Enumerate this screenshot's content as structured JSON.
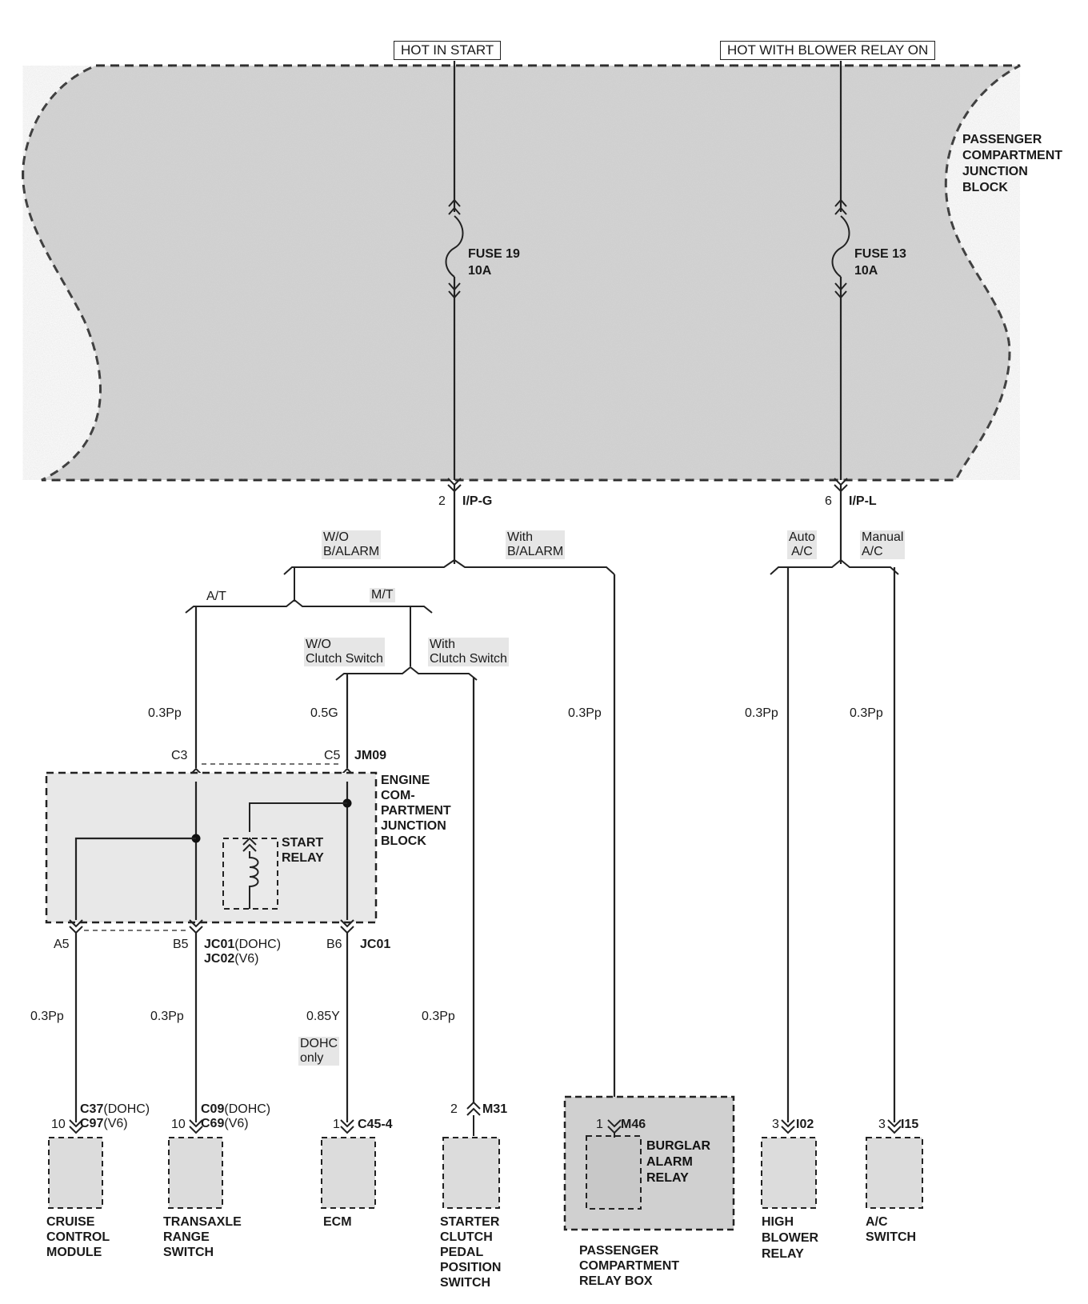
{
  "power_sources": [
    "HOT IN START",
    "HOT WITH BLOWER RELAY ON"
  ],
  "labels": {
    "pcjb": "PASSENGER\nCOMPARTMENT\nJUNCTION\nBLOCK",
    "fuse19": "FUSE 19\n10A",
    "fuse13": "FUSE 13\n10A",
    "pin2": "2",
    "ipg": "I/P-G",
    "pin6": "6",
    "ipl": "I/P-L",
    "wo_balarm": "W/O\nB/ALARM",
    "with_balarm": "With\nB/ALARM",
    "auto_ac": "Auto\nA/C",
    "manual_ac": "Manual\nA/C",
    "at": "A/T",
    "mt": "M/T",
    "wo_clutch": "W/O\nClutch Switch",
    "with_clutch": "With\nClutch Switch",
    "w_03pp_1": "0.3Pp",
    "w_05g": "0.5G",
    "w_03pp_2": "0.3Pp",
    "w_03pp_3": "0.3Pp",
    "w_03pp_4": "0.3Pp",
    "c3": "C3",
    "c5": "C5",
    "jm09": "JM09",
    "ecjb": "ENGINE\nCOM-\nPARTMENT\nJUNCTION\nBLOCK",
    "start_relay": "START\nRELAY",
    "a5": "A5",
    "b5": "B5",
    "jc01_a": "JC01",
    "dohc_a": "(DOHC)",
    "jc02": "JC02",
    "v6_a": "(V6)",
    "b6": "B6",
    "jc01_b": "JC01",
    "w_03pp_5": "0.3Pp",
    "w_03pp_6": "0.3Pp",
    "w_085y": "0.85Y",
    "w_03pp_7": "0.3Pp",
    "dohc_only": "DOHC\nonly",
    "pin10_a": "10",
    "c37": "C37",
    "dohc_b": "(DOHC)",
    "c97": "C97",
    "v6_b": "(V6)",
    "pin10_b": "10",
    "c09": "C09",
    "dohc_c": "(DOHC)",
    "c69": "C69",
    "v6_c": "(V6)",
    "pin1_a": "1",
    "c45": "C45-4",
    "pin2_b": "2",
    "m31": "M31",
    "pin1_b": "1",
    "m46": "M46",
    "pin3_a": "3",
    "i02": "I02",
    "pin3_b": "3",
    "i15": "I15",
    "burglar": "BURGLAR\nALARM\nRELAY",
    "cruise": "CRUISE\nCONTROL\nMODULE",
    "transaxle": "TRANSAXLE\nRANGE\nSWITCH",
    "ecm": "ECM",
    "starter": "STARTER\nCLUTCH\nPEDAL\nPOSITION\nSWITCH",
    "pcrb": "PASSENGER\nCOMPARTMENT\nRELAY BOX",
    "high_blower": "HIGH\nBLOWER\nRELAY",
    "ac_switch": "A/C\nSWITCH"
  }
}
